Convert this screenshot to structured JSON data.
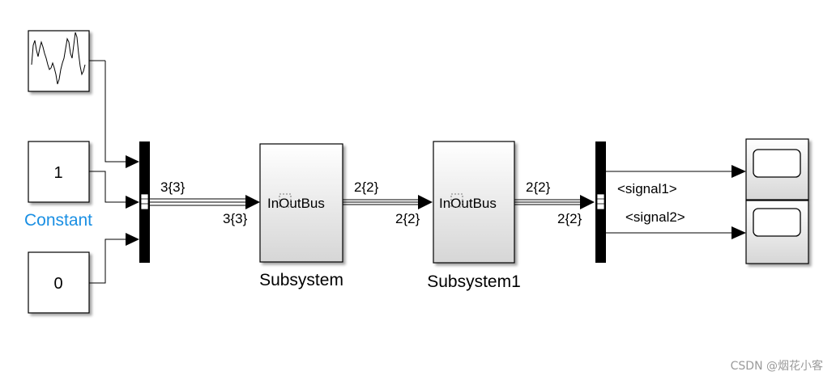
{
  "blocks": {
    "constant_1": {
      "value": "1",
      "name": "Constant"
    },
    "constant_0": {
      "value": "0"
    },
    "subsystem": {
      "name": "Subsystem",
      "port_in": "In",
      "port_out": "OutBus",
      "overlap_text": "InOutBus"
    },
    "subsystem1": {
      "name": "Subsystem1",
      "port_in": "In",
      "port_out": "OutBus",
      "overlap_text": "InOutBus"
    }
  },
  "signals": {
    "mux_out_top": "3{3}",
    "mux_out_bottom": "3{3}",
    "sub_out_top": "2{2}",
    "sub_out_bottom": "2{2}",
    "sub1_out_top": "2{2}",
    "sub1_out_bottom": "2{2}",
    "signal1": "<signal1>",
    "signal2": "<signal2>"
  },
  "watermark": "CSDN @烟花小客",
  "colors": {
    "block_border": "#000000",
    "subsystem_fill_top": "#ffffff",
    "subsystem_fill_bottom": "#d8d8d8",
    "name_label_blue": "#1a8fe3",
    "bar_fill": "#000000"
  }
}
